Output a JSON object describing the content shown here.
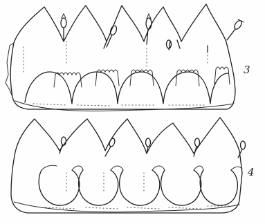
{
  "figures": [
    {
      "id": "fig-3",
      "number": "3"
    },
    {
      "id": "fig-4",
      "number": "4"
    }
  ]
}
